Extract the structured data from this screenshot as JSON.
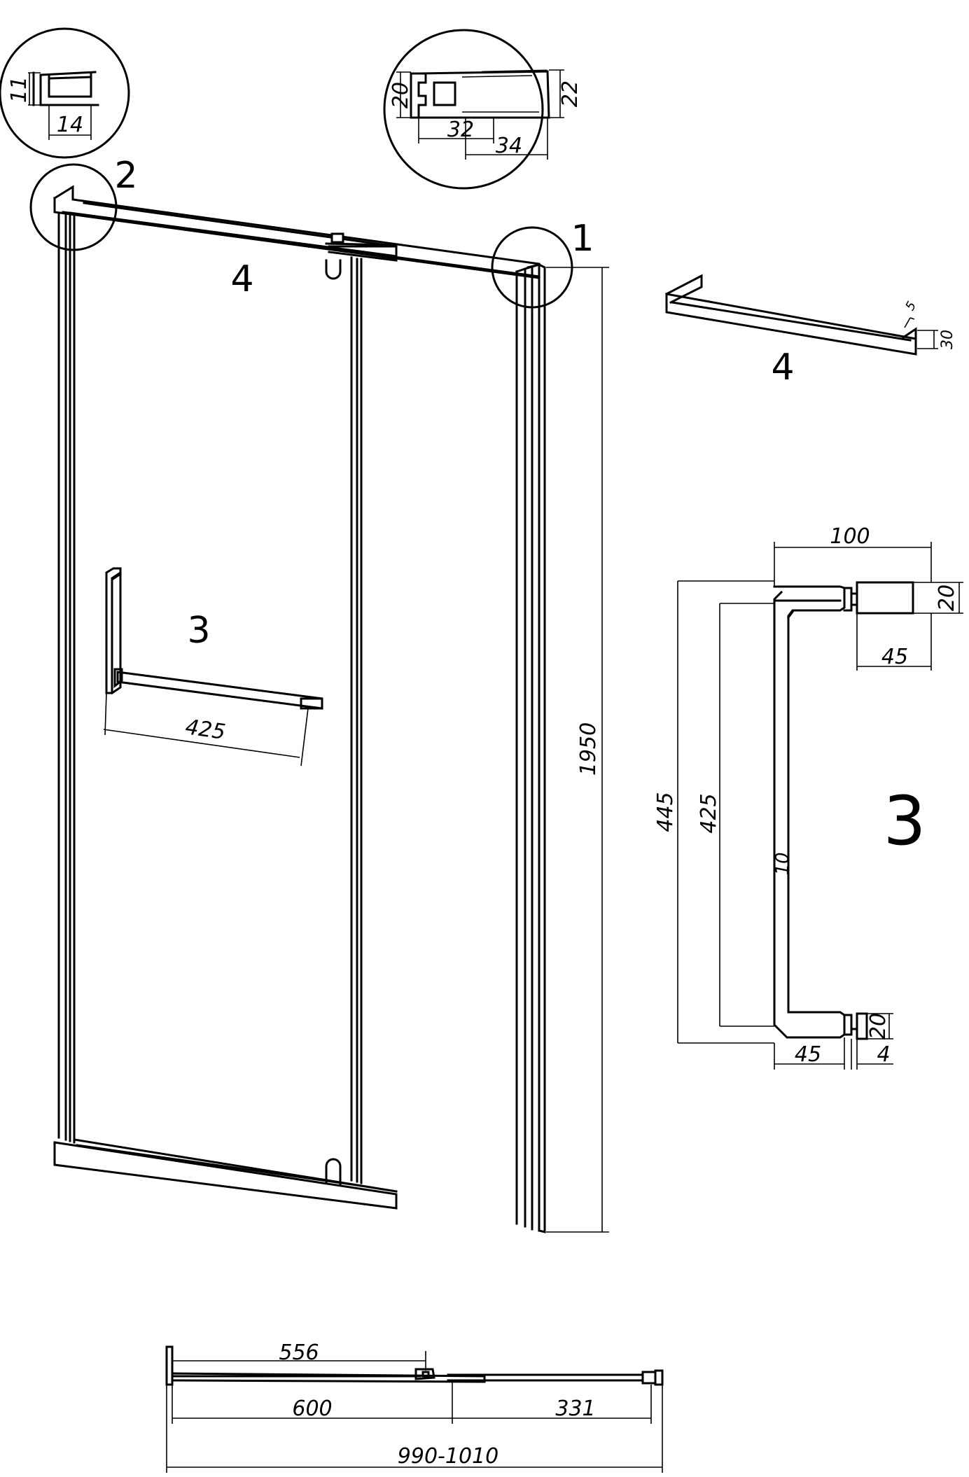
{
  "callouts": {
    "c1": "1",
    "c2": "2",
    "c3": "3",
    "c4": "4",
    "c4_detail": "4",
    "c3_detail": "3"
  },
  "detail_2": {
    "height": "11",
    "width": "14"
  },
  "detail_1": {
    "height_left": "20",
    "height_right": "22",
    "width_a": "32",
    "width_b": "34"
  },
  "door": {
    "height": "1950",
    "handle_length": "425"
  },
  "bar_detail": {
    "size_a": "5",
    "size_b": "30"
  },
  "handle_detail": {
    "depth": "100",
    "thickness_top": "20",
    "standoff_top": "45",
    "overall_length": "445",
    "inner_length": "425",
    "bar_diameter": "10",
    "standoff_bottom": "45",
    "thickness_bottom": "20",
    "gap": "4"
  },
  "plan": {
    "opening_width": "556",
    "door_width": "600",
    "fixed_panel_width": "331",
    "total_width": "990-1010"
  }
}
